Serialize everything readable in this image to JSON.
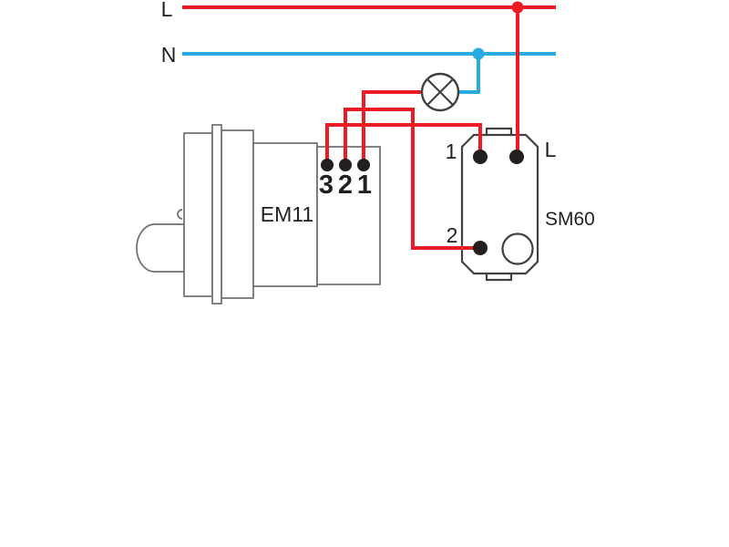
{
  "colors": {
    "live": "#ed1c24",
    "neutral": "#29abe2",
    "outline": "#414042",
    "outlineLight": "#6d6e71",
    "text": "#231f20",
    "terminal": "#231f20",
    "background": "#ffffff"
  },
  "power": {
    "live_label": "L",
    "neutral_label": "N"
  },
  "sensor": {
    "model": "EM11",
    "terminals": [
      "3",
      "2",
      "1"
    ]
  },
  "switch": {
    "model": "SM60",
    "terminals": [
      "1",
      "L",
      "2"
    ]
  },
  "lamp": {
    "icon": "lamp-icon"
  },
  "wires": [
    {
      "from": "L-line",
      "to": "SM60 terminal L",
      "color": "live"
    },
    {
      "from": "SM60 terminal 1",
      "to": "EM11 terminal 3",
      "color": "live"
    },
    {
      "from": "EM11 terminal 2",
      "to": "SM60 terminal 2",
      "color": "live"
    },
    {
      "from": "EM11 terminal 1",
      "to": "lamp",
      "color": "live"
    },
    {
      "from": "lamp",
      "to": "N-line",
      "color": "neutral"
    }
  ]
}
